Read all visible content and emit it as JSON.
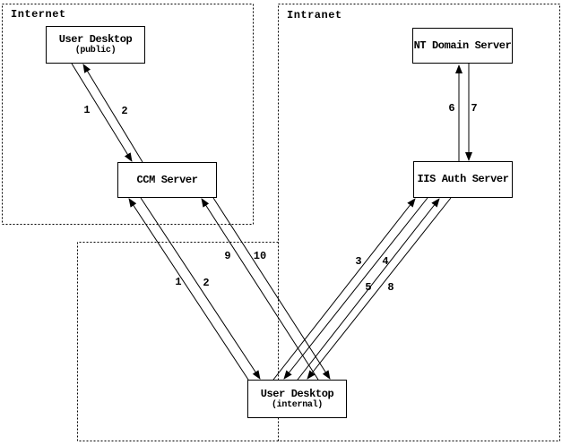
{
  "zones": {
    "internet": {
      "label": "Internet"
    },
    "intranet": {
      "label": "Intranet"
    }
  },
  "nodes": {
    "user_desktop_public": {
      "title": "User Desktop",
      "subtitle": "(public)"
    },
    "ccm_server": {
      "title": "CCM Server"
    },
    "nt_domain_server": {
      "title": "NT Domain Server"
    },
    "iis_auth_server": {
      "title": "IIS Auth Server"
    },
    "user_desktop_internal": {
      "title": "User Desktop",
      "subtitle": "(internal)"
    }
  },
  "edges": [
    {
      "label": "1",
      "from": "user-desktop-public",
      "to": "ccm-server"
    },
    {
      "label": "2",
      "from": "ccm-server",
      "to": "user-desktop-public"
    },
    {
      "label": "1",
      "from": "user-desktop-internal",
      "to": "ccm-server"
    },
    {
      "label": "2",
      "from": "ccm-server",
      "to": "user-desktop-internal"
    },
    {
      "label": "9",
      "from": "user-desktop-internal",
      "to": "ccm-server"
    },
    {
      "label": "10",
      "from": "ccm-server",
      "to": "user-desktop-internal"
    },
    {
      "label": "3",
      "from": "user-desktop-internal",
      "to": "iis-auth-server"
    },
    {
      "label": "4",
      "from": "iis-auth-server",
      "to": "user-desktop-internal"
    },
    {
      "label": "5",
      "from": "user-desktop-internal",
      "to": "iis-auth-server"
    },
    {
      "label": "8",
      "from": "iis-auth-server",
      "to": "user-desktop-internal"
    },
    {
      "label": "6",
      "from": "iis-auth-server",
      "to": "nt-domain-server"
    },
    {
      "label": "7",
      "from": "nt-domain-server",
      "to": "iis-auth-server"
    }
  ]
}
